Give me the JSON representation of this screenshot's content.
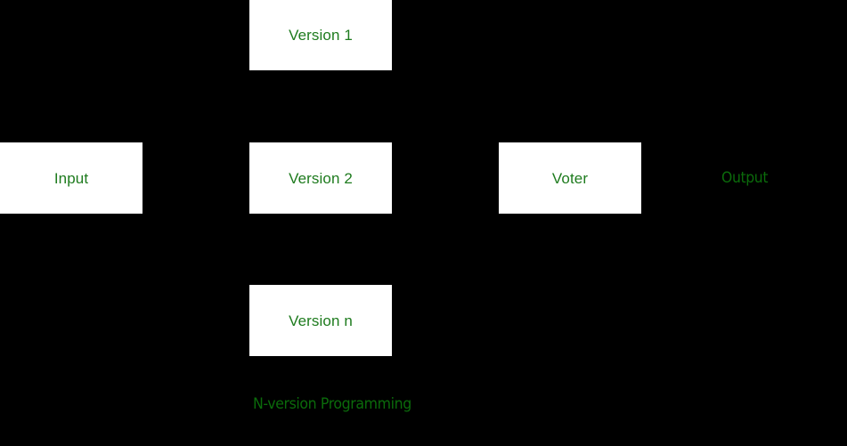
{
  "diagram": {
    "caption": "N-version Programming",
    "background_color": "#000000",
    "node_fill_color": "#ffffff",
    "node_text_color": "#1e7b1e",
    "label_text_color": "#0b6b0b",
    "nodes": [
      {
        "id": "version-1",
        "label": "Version 1",
        "shape": "rectangle"
      },
      {
        "id": "input",
        "label": "Input",
        "shape": "rectangle"
      },
      {
        "id": "version-2",
        "label": "Version 2",
        "shape": "rectangle"
      },
      {
        "id": "voter",
        "label": "Voter",
        "shape": "rectangle"
      },
      {
        "id": "version-n",
        "label": "Version n",
        "shape": "rectangle"
      }
    ],
    "labels": [
      {
        "id": "output",
        "text": "Output"
      }
    ]
  }
}
